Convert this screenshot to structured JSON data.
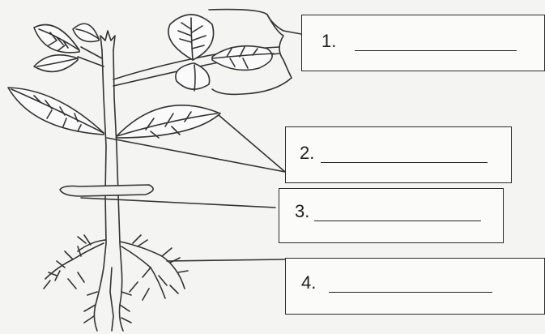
{
  "labels": [
    {
      "number": "1.",
      "answer": ""
    },
    {
      "number": "2.",
      "answer": ""
    },
    {
      "number": "3.",
      "answer": ""
    },
    {
      "number": "4.",
      "answer": ""
    }
  ]
}
